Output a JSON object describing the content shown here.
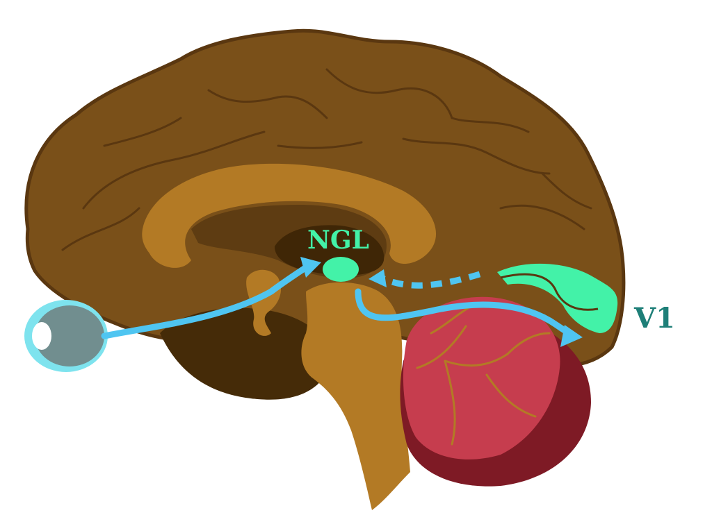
{
  "labels": {
    "lgn": "NGL",
    "v1": "V1"
  },
  "colors": {
    "cortex": "#7a5019",
    "cortex_outline": "#5a3710",
    "inner_tan": "#b37a25",
    "dark_region": "#5e3c12",
    "deep_region": "#452b08",
    "cerebellum": "#c63d4e",
    "cerebellum_dark": "#7e1a25",
    "eye_gray": "#718e8f",
    "eye_rim": "#7ee3ee",
    "pathway": "#4fc5f1",
    "lgn_green": "#43f2a8",
    "v1_label": "#1e7f78"
  },
  "icons": {
    "eye": "eye-icon",
    "lgn": "lgn-nucleus",
    "v1": "visual-cortex-region"
  }
}
